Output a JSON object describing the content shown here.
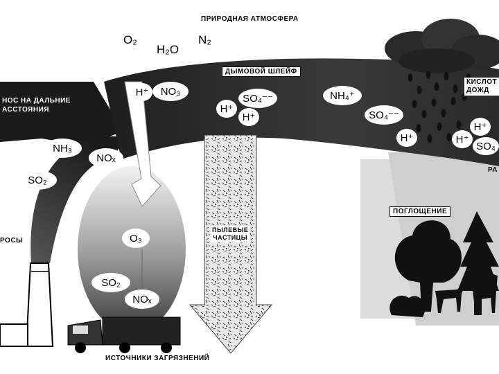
{
  "title": "ПРИРОДНАЯ АТМОСФЕРА",
  "gases": [
    "O₂",
    "H₂O",
    "N₂"
  ],
  "labels": {
    "plume": "ДЫМОВОЙ ШЛЕЙФ",
    "long_range_1": "НОС НА ДАЛЬНИЕ",
    "long_range_2": "АССТОЯНИЯ",
    "emissions": "РОСЫ",
    "dust_1": "ПЫЛЕВЫЕ",
    "dust_2": "ЧАСТИЦЫ",
    "absorption": "ПОГЛОЩЕНИЕ",
    "sources": "ИСТОЧНИКИ ЗАГРЯЗНЕНИЙ",
    "acid_rain_1": "КИСЛОТ",
    "acid_rain_2": "ДОЖД",
    "cut_right": "РА"
  },
  "plume_ions": {
    "h1": "H⁺",
    "no3": "NO₃",
    "so4_1": "SO₄⁻⁻",
    "h2": "H⁺",
    "h3": "H⁺",
    "nh4": "NH₄⁺",
    "so4_2": "SO₄⁻⁻",
    "h4": "H⁺",
    "h5": "H⁺",
    "h6": "H⁺",
    "so4_3": "SO₄"
  },
  "stack_gases": {
    "nh3": "NH₃",
    "nox": "NOₓ",
    "so2": "SO₂"
  },
  "source_gases": {
    "o3": "O₃",
    "so2": "SO₂",
    "nox": "NOₓ"
  }
}
